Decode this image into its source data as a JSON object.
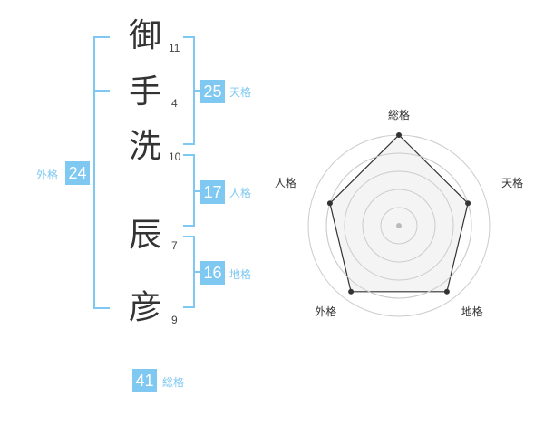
{
  "name_chars": [
    {
      "char": "御",
      "strokes": "11"
    },
    {
      "char": "手",
      "strokes": "4"
    },
    {
      "char": "洗",
      "strokes": "10"
    },
    {
      "char": "辰",
      "strokes": "7"
    },
    {
      "char": "彦",
      "strokes": "9"
    }
  ],
  "fortune": {
    "tenkaku": {
      "value": "25",
      "label": "天格"
    },
    "jinkaku": {
      "value": "17",
      "label": "人格"
    },
    "chikaku": {
      "value": "16",
      "label": "地格"
    },
    "gaikaku": {
      "value": "24",
      "label": "外格"
    },
    "soukaku": {
      "value": "41",
      "label": "総格"
    }
  },
  "radar": {
    "axes": [
      "総格",
      "天格",
      "地格",
      "外格",
      "人格"
    ],
    "values": [
      1.0,
      0.8,
      0.9,
      0.9,
      0.8
    ],
    "colors": {
      "grid": "#cccccc",
      "fill": "#f2f2f2",
      "line": "#333333",
      "point": "#333333",
      "center": "#bbbbbb"
    }
  }
}
